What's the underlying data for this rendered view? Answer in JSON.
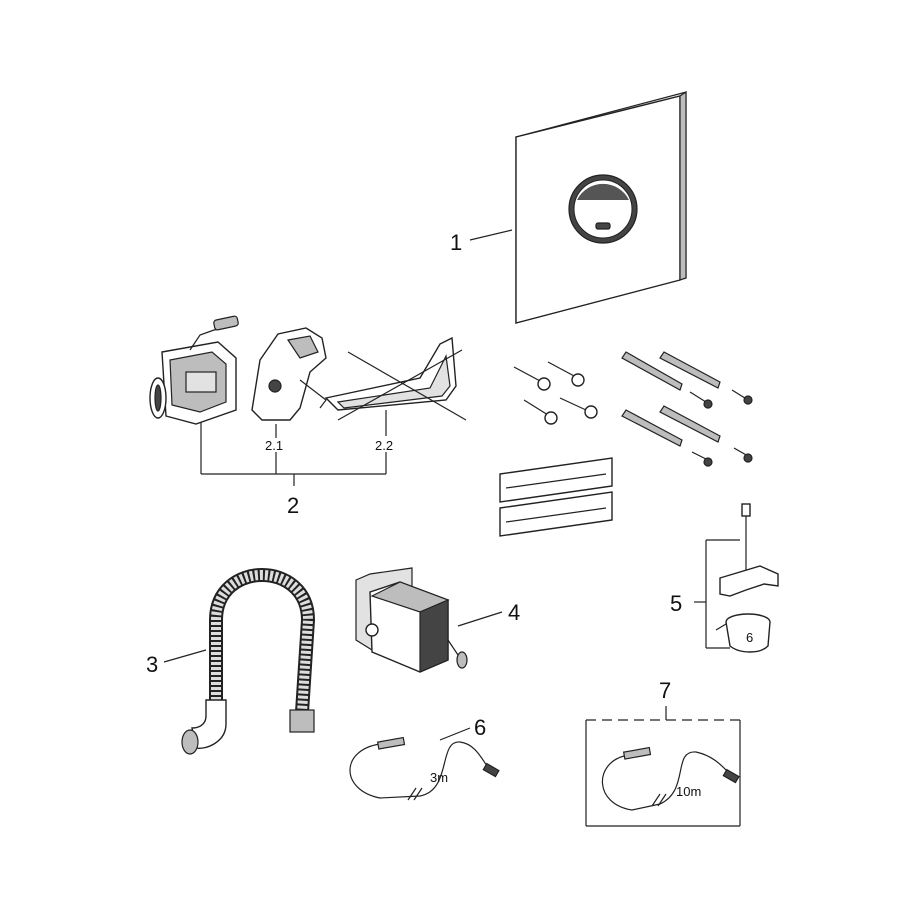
{
  "callouts": {
    "c1": "1",
    "c2": "2",
    "c2_1": "2.1",
    "c2_2": "2.2",
    "c3": "3",
    "c4": "4",
    "c5": "5",
    "c6": "6",
    "c7": "7",
    "c6_small": "6"
  },
  "cable_lengths": {
    "short": "3m",
    "long": "10m"
  }
}
